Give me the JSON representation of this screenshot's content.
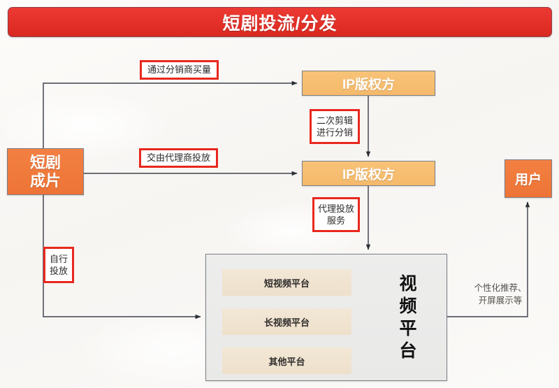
{
  "header": {
    "title": "短剧投流/分发",
    "accent_color": "#e2302a",
    "text_color": "#ffffff"
  },
  "palette": {
    "background": "#fbfaf8",
    "orange_node": "#ed7436",
    "tan_node": "#f5b96a",
    "platform_fill": "#ededec",
    "platform_item_fill": "#eee0cb",
    "annotation_border": "#e8281e",
    "connector": "#4b4f57"
  },
  "nodes": {
    "source": {
      "label": "短剧\n成片",
      "line1": "短剧",
      "line2": "成片"
    },
    "ip_owner_top": {
      "label": "IP版权方"
    },
    "ip_owner_mid": {
      "label": "IP版权方"
    },
    "user": {
      "label": "用户"
    },
    "platform": {
      "label": "视频平台",
      "label_chars": "视频平台",
      "items": [
        {
          "label": "短视频平台"
        },
        {
          "label": "长视频平台"
        },
        {
          "label": "其他平台"
        }
      ]
    }
  },
  "annotations": {
    "via_distributor": {
      "text": "通过分销商买量",
      "boxed": true
    },
    "re_edit_distribute": {
      "line1": "二次剪辑",
      "line2": "进行分销",
      "boxed": true
    },
    "via_agency": {
      "text": "交由代理商投放",
      "boxed": true
    },
    "agency_service": {
      "line1": "代理投放",
      "line2": "服务",
      "boxed": true
    },
    "self_delivery": {
      "line1": "自行",
      "line2": "投放",
      "boxed": true
    },
    "recommendation": {
      "line1": "个性化推荐、",
      "line2": "开屏展示等",
      "boxed": false
    }
  },
  "flows": [
    {
      "from": "source",
      "to": "ip_owner_top",
      "label": "通过分销商买量"
    },
    {
      "from": "source",
      "to": "ip_owner_mid",
      "label": "交由代理商投放"
    },
    {
      "from": "source",
      "to": "platform",
      "label": "自行投放"
    },
    {
      "from": "ip_owner_top",
      "to": "ip_owner_mid",
      "label": "二次剪辑进行分销"
    },
    {
      "from": "ip_owner_mid",
      "to": "platform",
      "label": "代理投放服务"
    },
    {
      "from": "platform",
      "to": "user",
      "label": "个性化推荐、开屏展示等"
    }
  ]
}
